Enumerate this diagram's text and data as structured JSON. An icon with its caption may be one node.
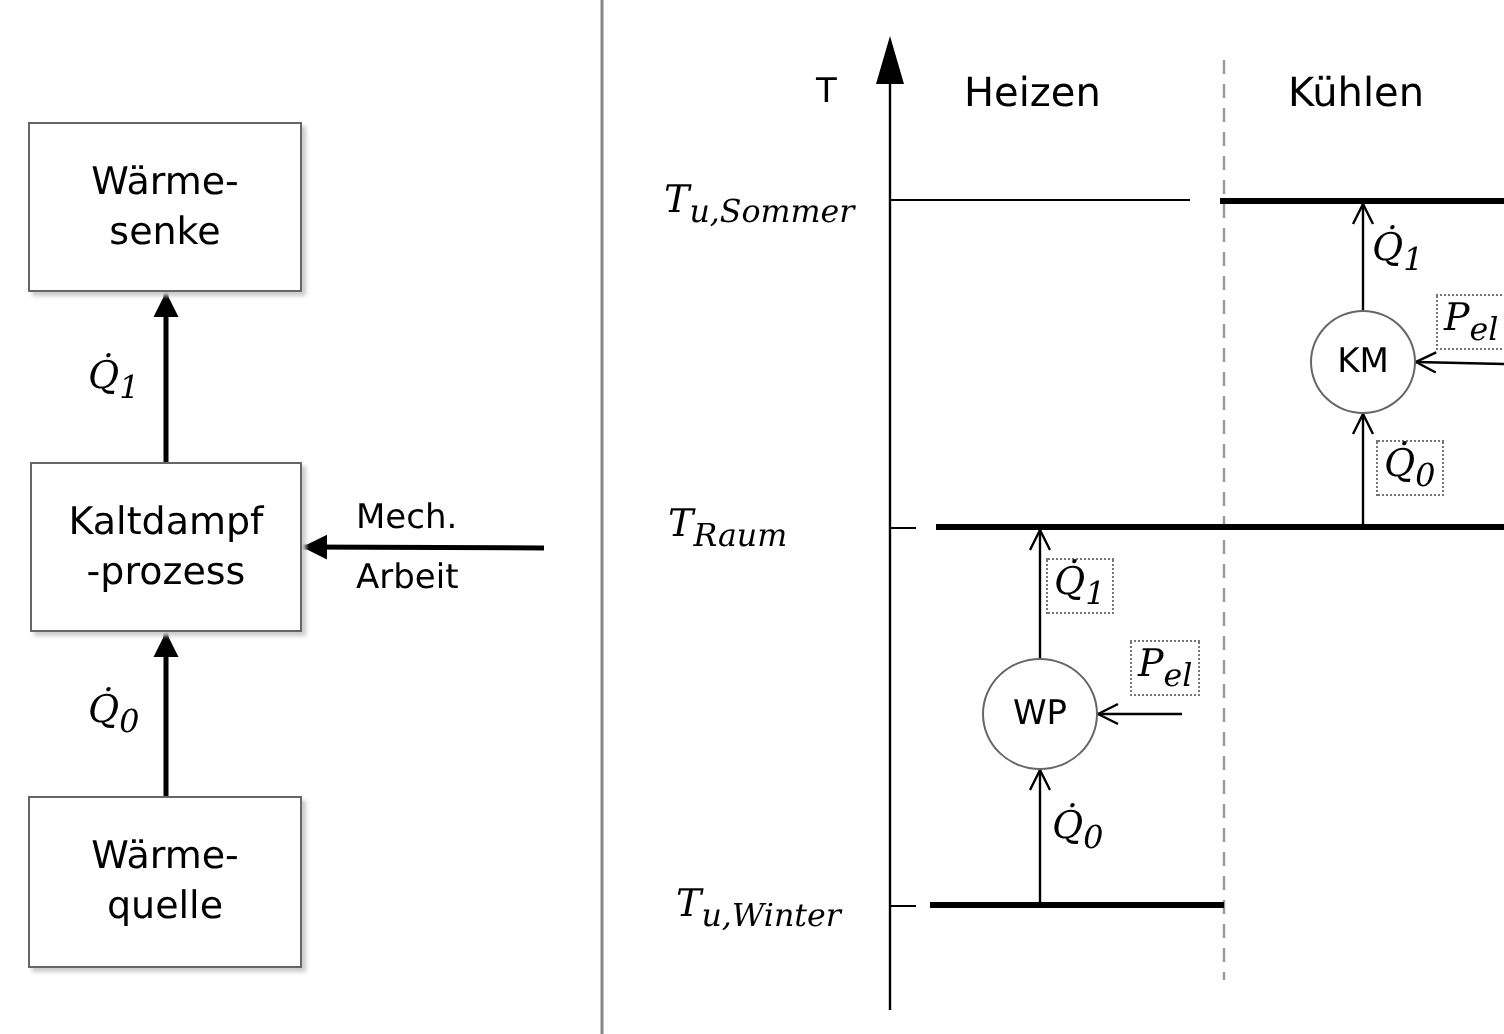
{
  "diagram": {
    "nodes": [
      {
        "text": [
          "Wärme- senke"
        ]
      },
      {
        "text": [
          "Kaltdampf -prozess"
        ]
      },
      {
        "text": [
          "Wärme- quelle"
        ]
      },
      {
        "text": [
          "WP"
        ]
      },
      {
        "text": [
          "KM"
        ]
      },
      {
        "text": [],
        "shape": "bar"
      },
      {
        "text": [],
        "shape": "bar"
      },
      {
        "text": [],
        "shape": "bar"
      }
    ],
    "edges": [
      {
        "from": 1,
        "to": 0,
        "arrow": "to",
        "label": "Q̇$_{1}$"
      },
      {
        "from": 2,
        "to": 1,
        "arrow": "to",
        "label": "Q̇$_{0}$"
      },
      {
        "from": null,
        "to": 1,
        "arrow": "to",
        "label": "Mech. Arbeit"
      },
      {
        "from": 5,
        "to": 3,
        "arrow": "to",
        "label": "Q̇$_{0}$"
      },
      {
        "from": 3,
        "to": 6,
        "arrow": "to",
        "label": "Q̇$_{1}$"
      },
      {
        "from": null,
        "to": 3,
        "arrow": "to",
        "label": "P$_{el}$"
      },
      {
        "from": 6,
        "to": 4,
        "arrow": "to",
        "label": "Q̇$_{0}$"
      },
      {
        "from": 4,
        "to": 7,
        "arrow": "to",
        "label": "Q̇$_{1}$"
      },
      {
        "from": null,
        "to": 4,
        "arrow": "to",
        "label": "P$_{el}$"
      }
    ],
    "labels": [
      "T",
      "Heizen",
      "Kühlen",
      "T$_{u,Sommer}$",
      "T$_{Raum}$",
      "T$_{u,Winter}$"
    ]
  }
}
